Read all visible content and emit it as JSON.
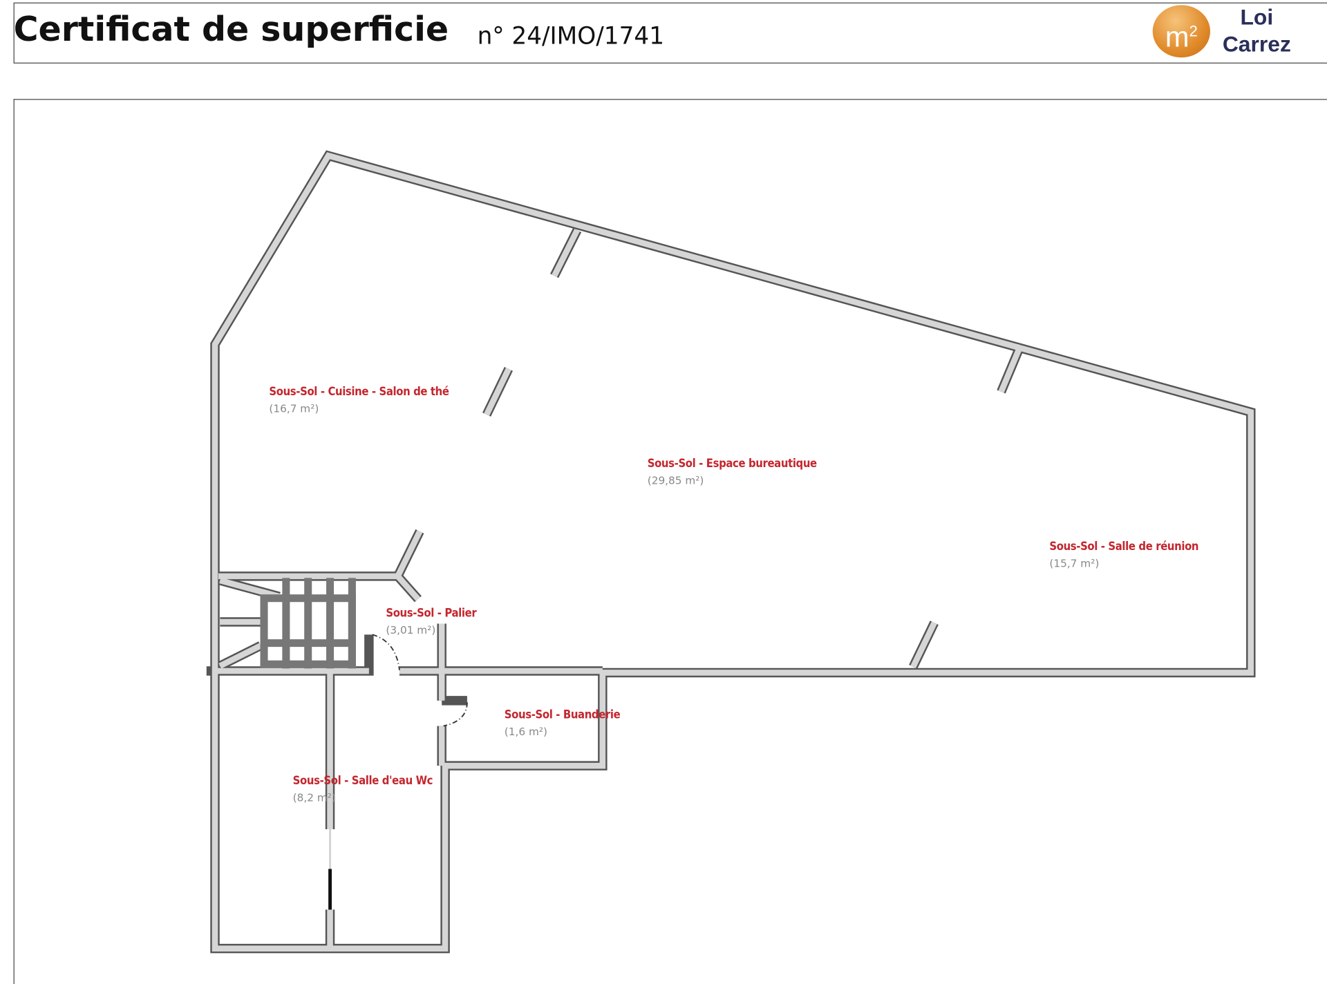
{
  "header": {
    "title": "Certificat de superficie",
    "number": "n° 24/IMO/1741",
    "logo_text": "m",
    "logo_sup": "2",
    "logo_line1": "Loi",
    "logo_line2": "Carrez"
  },
  "rooms": [
    {
      "name": "Sous-Sol - Cuisine - Salon de thé",
      "area": "(16,7 m²)"
    },
    {
      "name": "Sous-Sol - Espace bureautique",
      "area": "(29,85 m²)"
    },
    {
      "name": "Sous-Sol - Salle de réunion",
      "area": "(15,7 m²)"
    },
    {
      "name": "Sous-Sol - Palier",
      "area": "(3,01 m²)"
    },
    {
      "name": "Sous-Sol - Buanderie",
      "area": "(1,6 m²)"
    },
    {
      "name": "Sous-Sol - Salle d'eau Wc",
      "area": "(8,2 m²)"
    }
  ]
}
